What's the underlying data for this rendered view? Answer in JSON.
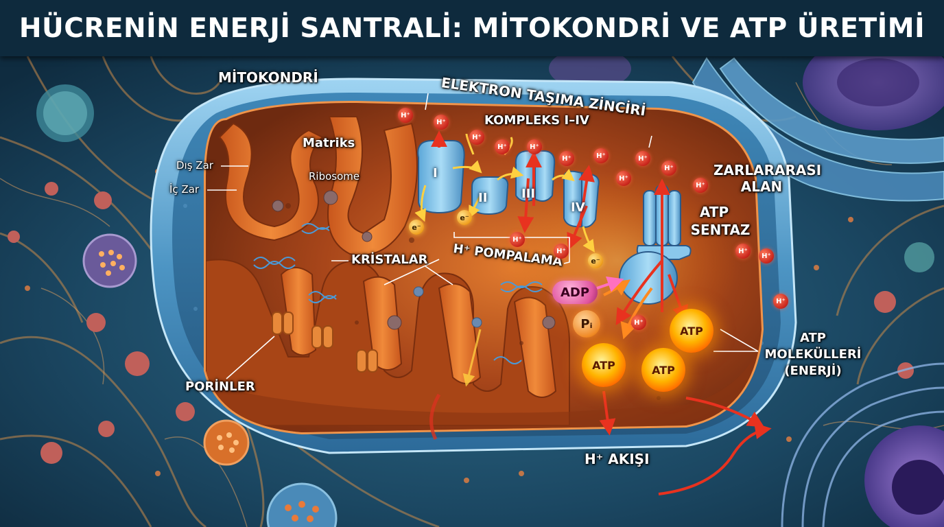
{
  "title": "HÜCRENİN ENERJİ SANTRALİ: MİTOKONDRİ VE ATP ÜRETİMİ",
  "labels": {
    "mitokondri": "MİTOKONDRİ",
    "etc": "ELEKTRON TAŞIMA ZİNCİRİ",
    "kompleks": "KOMPLEKS I–IV",
    "matriks": "Matriks",
    "ribosome": "Ribosome",
    "dis_zar": "Dış Zar",
    "ic_zar": "İç Zar",
    "zararasi_1": "ZARLARARASI",
    "zararasi_2": "ALAN",
    "atp_sentaz_1": "ATP",
    "atp_sentaz_2": "SENTAZ",
    "kristalar": "KRİSTALAR",
    "h_pompalama": "H⁺ POMPALAMA",
    "porinler": "PORİNLER",
    "h_akisi": "H⁺ AKIŞI",
    "atp_mol_1": "ATP",
    "atp_mol_2": "MOLEKÜLLERİ",
    "atp_mol_3": "(ENERJİ)"
  },
  "complexes": [
    "I",
    "II",
    "III",
    "IV"
  ],
  "molecules": {
    "h_ion": "H⁺",
    "electron": "e⁻",
    "adp": "ADP",
    "pi": "Pᵢ",
    "atp": "ATP"
  },
  "colors": {
    "background": "#1d4a66",
    "outer_membrane": "#5fa8d6",
    "matrix": "#b5501a",
    "h_ion": "#d8321f",
    "atp_glow": "#ffb400",
    "adp": "#e0559f"
  }
}
